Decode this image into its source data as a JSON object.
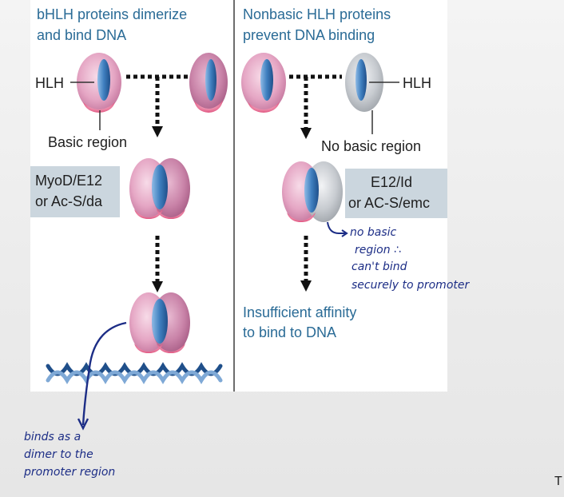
{
  "left_panel": {
    "title_line1": "bHLH proteins dimerize",
    "title_line2": "and bind DNA",
    "hlh_label": "HLH",
    "basic_region_label": "Basic region",
    "box_line1": "MyoD/E12",
    "box_line2": "or Ac-S/da"
  },
  "right_panel": {
    "title_line1": "Nonbasic HLH proteins",
    "title_line2": "prevent DNA binding",
    "hlh_label": "HLH",
    "no_basic_label": "No basic region",
    "box_line1": "E12/Id",
    "box_line2": "or AC-S/emc",
    "result_line1": "Insufficient affinity",
    "result_line2": "to bind to DNA"
  },
  "annotations": {
    "right_note_line1": "no basic",
    "right_note_line2": "region ∴",
    "right_note_line3": "can't bind",
    "right_note_line4": "securely to promoter",
    "left_note_line1": "binds as a",
    "left_note_line2": "dimer to the",
    "left_note_line3": "promoter region",
    "corner_mark": "T"
  },
  "colors": {
    "title": "#2a6b96",
    "pink_protein": "#e5a6c4",
    "grey_protein": "#c7cbd0",
    "helix": "#3f7fbf",
    "box": "#cbd6de",
    "ink": "#1c2d86",
    "dna": "#3b6fb0"
  }
}
